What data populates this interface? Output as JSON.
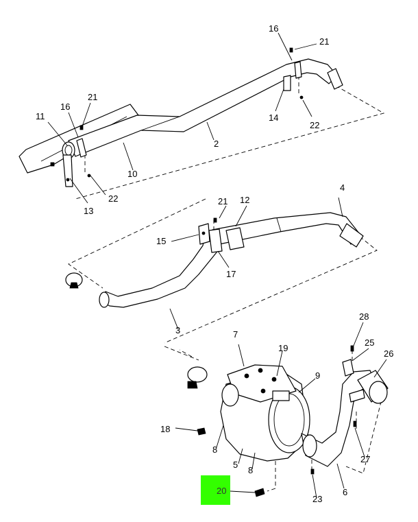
{
  "callouts": {
    "c16a": "16",
    "c21a": "21",
    "c21b": "21",
    "c16b": "16",
    "c11": "11",
    "c22a": "22",
    "c14": "14",
    "c2": "2",
    "c10": "10",
    "c22b": "22",
    "c13": "13",
    "c4": "4",
    "c21c": "21",
    "c12": "12",
    "c15": "15",
    "c17": "17",
    "c3": "3",
    "c7": "7",
    "c19": "19",
    "c28": "28",
    "c25": "25",
    "c26": "26",
    "c9": "9",
    "c18": "18",
    "c8a": "8",
    "c8b": "8",
    "c5": "5",
    "c27": "27",
    "c6": "6",
    "c23": "23",
    "c20": "20"
  },
  "highlight": {
    "part_number": "20",
    "color": "#33ff00"
  }
}
